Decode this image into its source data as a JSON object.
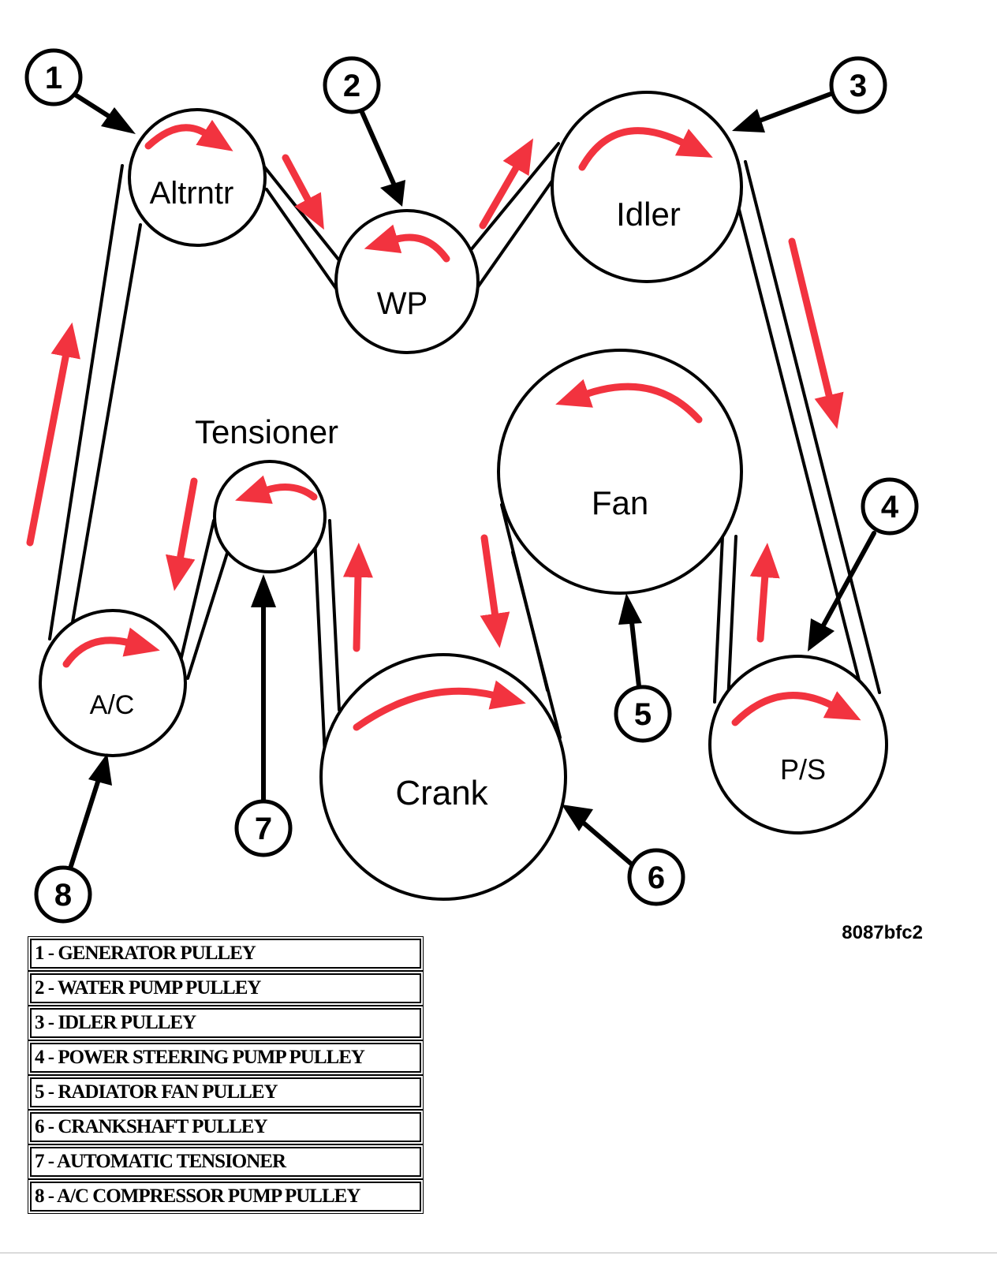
{
  "pulleys": {
    "altrntr": "Altrntr",
    "wp": "WP",
    "idler": "Idler",
    "tensioner": "Tensioner",
    "fan": "Fan",
    "ac": "A/C",
    "crank": "Crank",
    "ps": "P/S"
  },
  "callouts": [
    "1",
    "2",
    "3",
    "4",
    "5",
    "6",
    "7",
    "8"
  ],
  "figure_id": "8087bfc2",
  "legend": [
    "1 - GENERATOR PULLEY",
    "2 - WATER PUMP PULLEY",
    "3 - IDLER PULLEY",
    "4 - POWER STEERING PUMP PULLEY",
    "5 - RADIATOR FAN PULLEY",
    "6 - CRANKSHAFT PULLEY",
    "7 - AUTOMATIC TENSIONER",
    "8 - A/C COMPRESSOR PUMP PULLEY"
  ],
  "colors": {
    "arrow": "#f2333f",
    "line": "#000000"
  }
}
